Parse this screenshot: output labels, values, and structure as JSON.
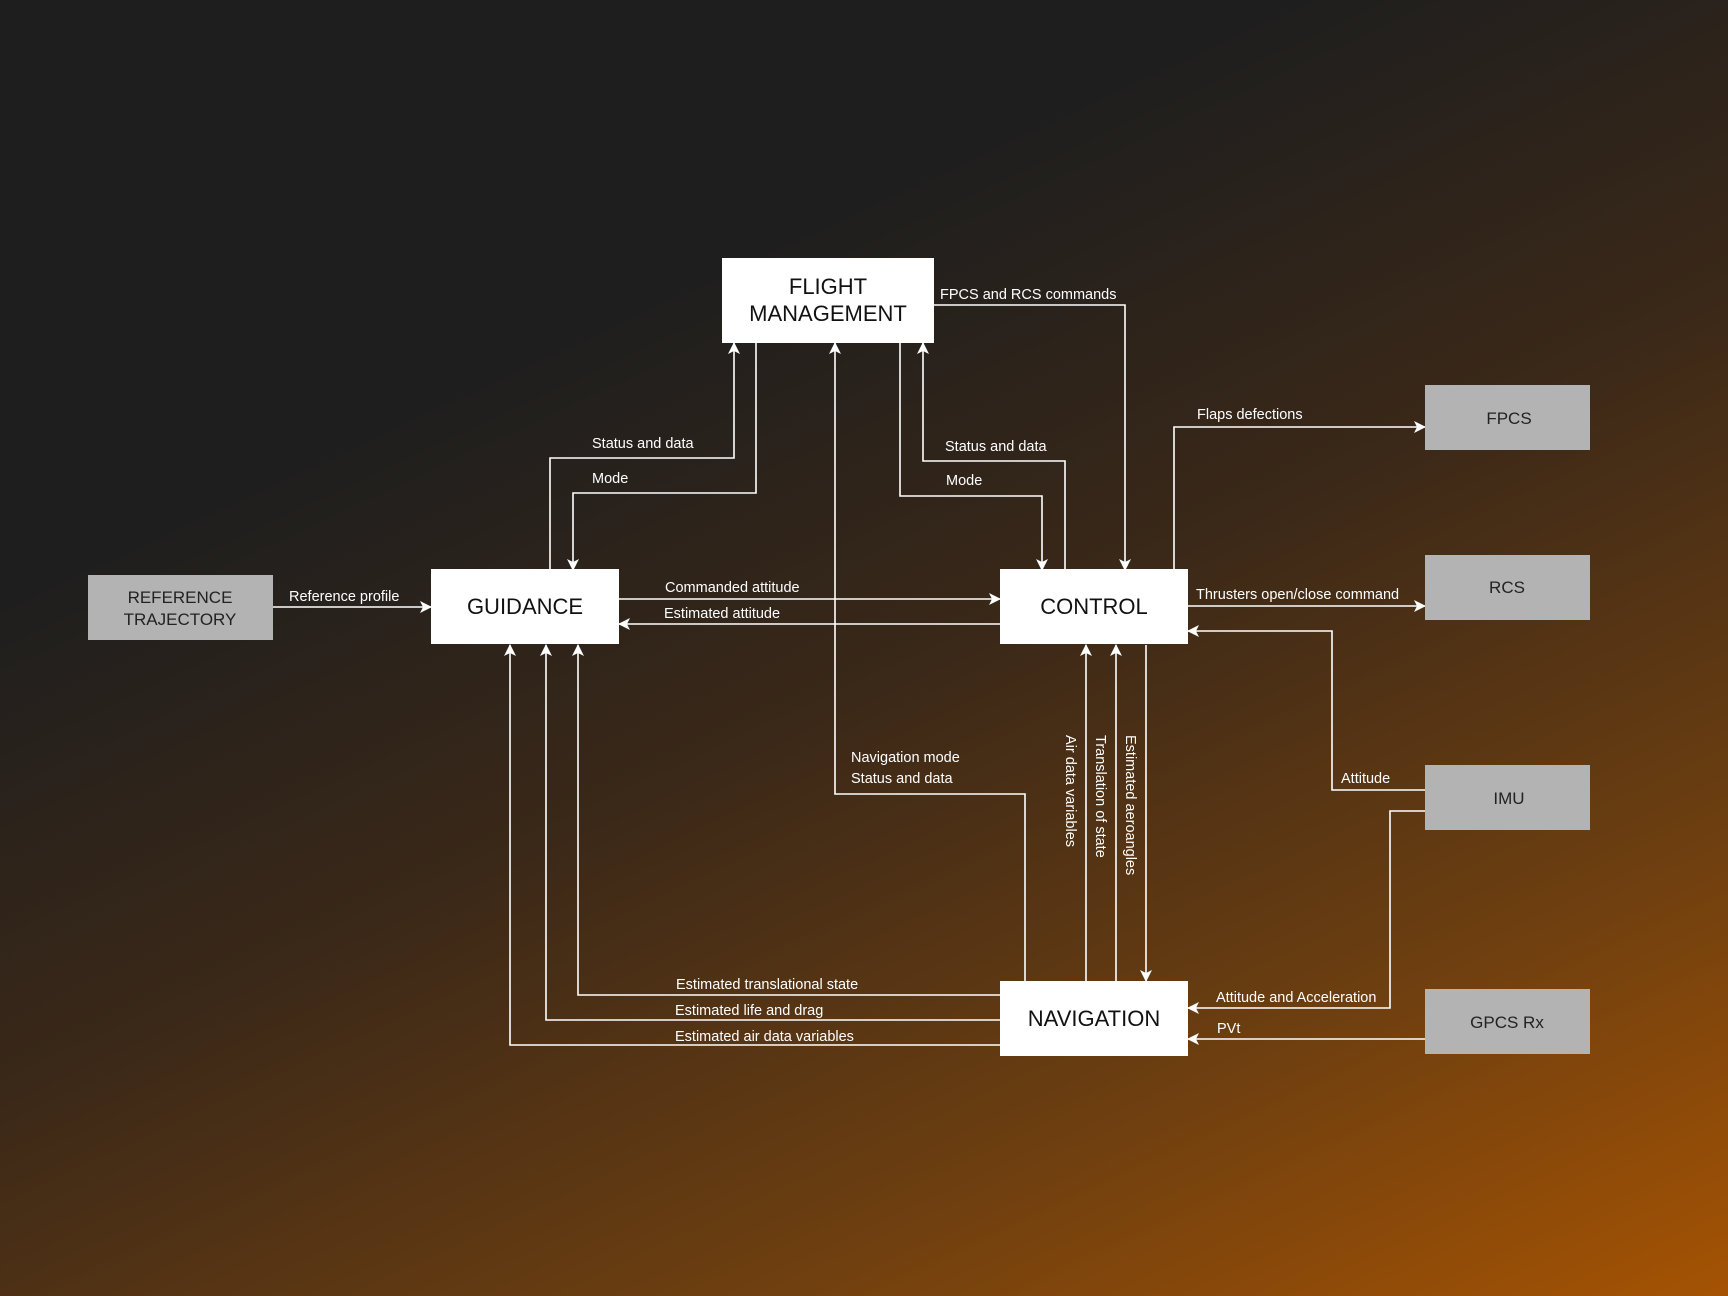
{
  "nodes": {
    "flight_management": {
      "line1": "FLIGHT",
      "line2": "MANAGEMENT"
    },
    "guidance": "GUIDANCE",
    "control": "CONTROL",
    "navigation": "NAVIGATION",
    "reference_trajectory": {
      "line1": "REFERENCE",
      "line2": "TRAJECTORY"
    },
    "fpcs": "FPCS",
    "rcs": "RCS",
    "imu": "IMU",
    "gpcs_rx": "GPCS Rx"
  },
  "edges": {
    "fpcs_rcs_commands": "FPCS and RCS commands",
    "guidance_status_data": "Status and data",
    "guidance_mode": "Mode",
    "control_status_data": "Status and data",
    "control_mode": "Mode",
    "flaps_defections": "Flaps defections",
    "reference_profile": "Reference profile",
    "commanded_attitude": "Commanded attitude",
    "estimated_attitude": "Estimated attitude",
    "thrusters_command": "Thrusters open/close command",
    "navigation_mode": "Navigation mode",
    "navigation_status_data": "Status and data",
    "air_data_variables": "Air data variables",
    "translation_of_state": "Translation of state",
    "estimated_aeroangles": "Estimated aeroangles",
    "attitude": "Attitude",
    "estimated_translational_state": "Estimated translational state",
    "estimated_life_drag": "Estimated life and drag",
    "estimated_air_data_variables": "Estimated air data variables",
    "attitude_acceleration": "Attitude and Acceleration",
    "pvt": "PVt"
  }
}
